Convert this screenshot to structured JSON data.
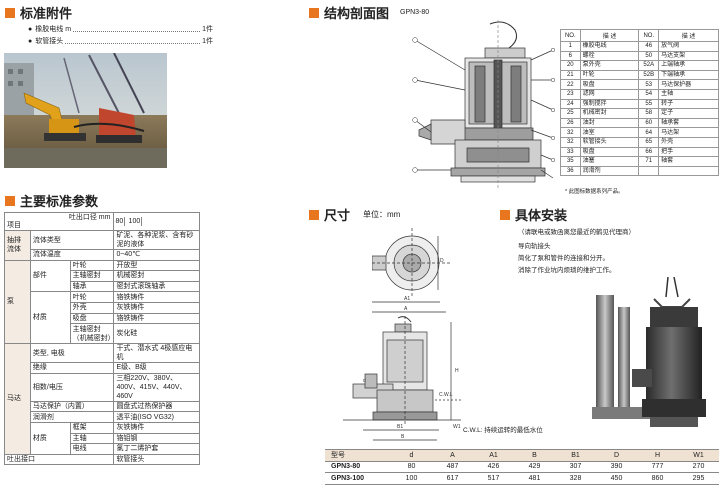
{
  "std_accessories": {
    "title": "标准附件",
    "items": [
      {
        "label": "橡胶电线",
        "unit": "m",
        "qty": "1件"
      },
      {
        "label": "软管接头",
        "unit": "",
        "qty": "1件"
      }
    ]
  },
  "structure": {
    "title": "结构剖面图",
    "model": "GPN3-80",
    "parts_headers": [
      "NO.",
      "描 述",
      "NO.",
      "描 述"
    ],
    "parts": [
      [
        "1",
        "橡胶电线",
        "46",
        "放气阀"
      ],
      [
        "6",
        "螺栓",
        "50",
        "马达支架"
      ],
      [
        "20",
        "泵外壳",
        "52A",
        "上端轴承"
      ],
      [
        "21",
        "叶轮",
        "52B",
        "下端轴承"
      ],
      [
        "22",
        "吸盘",
        "53",
        "马达保护器"
      ],
      [
        "23",
        "滤网",
        "54",
        "主轴"
      ],
      [
        "24",
        "强制搅拌",
        "55",
        "转子"
      ],
      [
        "25",
        "机械密封",
        "58",
        "定子"
      ],
      [
        "26",
        "油封",
        "60",
        "轴承套"
      ],
      [
        "32",
        "油室",
        "64",
        "马达架"
      ],
      [
        "32",
        "软管接头",
        "65",
        "外壳"
      ],
      [
        "33",
        "吸盘",
        "66",
        "把手"
      ],
      [
        "35",
        "油塞",
        "71",
        "轴套"
      ],
      [
        "36",
        "润滑剂",
        "",
        ""
      ]
    ],
    "parts_note": "* 此图标数据系列产品。"
  },
  "main_params": {
    "title": "主要标准参数",
    "header_diameter": "吐出口径 mm",
    "header_item": "项目",
    "header_sizes": [
      "80",
      "100"
    ],
    "rows": {
      "fluid_group": "抽排流体",
      "fluid_type": "流体类型",
      "fluid_type_val": "矿泥、各种泥浆、含有砂泥的液体",
      "fluid_temp": "流体温度",
      "fluid_temp_val": "0~40℃",
      "pump_group": "泵",
      "parts": "部件",
      "impeller": "叶轮",
      "impeller_val": "开放型",
      "shaft_seal": "主轴密封",
      "shaft_seal_val": "机械密封",
      "bearing": "轴承",
      "bearing_val": "密封式滚珠轴承",
      "material": "材质",
      "m_impeller": "叶轮",
      "m_impeller_val": "铬铁铸件",
      "m_casing": "外壳",
      "m_casing_val": "灰铁铸件",
      "m_suction": "吸盘",
      "m_suction_val": "铬铁铸件",
      "m_seal": "主轴密封（机械密封）",
      "m_seal_val": "炭化硅",
      "motor_group": "马达",
      "type": "类型, 电极",
      "type_val": "干式、潜水式 4极感应电机",
      "insulation": "绝缘",
      "insulation_val": "E级、B级",
      "phase": "相数/电压",
      "phase_val": "三相220V、380V、400V、415V、440V、460V",
      "protection": "马达保护（内置）",
      "protection_val": "圆盘式过热保护器",
      "lubricant": "润滑剂",
      "lubricant_val": "透平油(ISO VG32)",
      "m2": "材质",
      "frame": "框架",
      "frame_val": "灰铁铸件",
      "shaft": "主轴",
      "shaft_val": "铬钼钢",
      "cable": "电线",
      "cable_val": "氯丁二烯护套",
      "outlet": "吐出接口",
      "outlet_val": "软管接头"
    }
  },
  "dimensions": {
    "title": "尺寸",
    "unit_label": "单位：mm",
    "cwl_label": "C.W.L",
    "cwl_note": "C.W.L: 持续运转的最低水位",
    "headers": [
      "型号",
      "d",
      "A",
      "A1",
      "B",
      "B1",
      "D",
      "H",
      "W1"
    ],
    "rows": [
      [
        "GPN3-80",
        "80",
        "487",
        "426",
        "429",
        "307",
        "390",
        "777",
        "270"
      ],
      [
        "GPN3-100",
        "100",
        "617",
        "517",
        "481",
        "328",
        "450",
        "860",
        "295"
      ]
    ],
    "letters": [
      "A",
      "A1",
      "B",
      "B1",
      "D",
      "H",
      "W1",
      "d"
    ]
  },
  "install": {
    "title": "具体安装",
    "note": "（请联电或致函离您最近的鹤见代理商）",
    "line1": "导向轨接头",
    "line2": "简化了泵和管件的连接和分开。",
    "line3": "消除了作业坑内烦琐的维护工作。"
  },
  "colors": {
    "accent": "#e8761e",
    "table_header": "#f0e2d2"
  }
}
